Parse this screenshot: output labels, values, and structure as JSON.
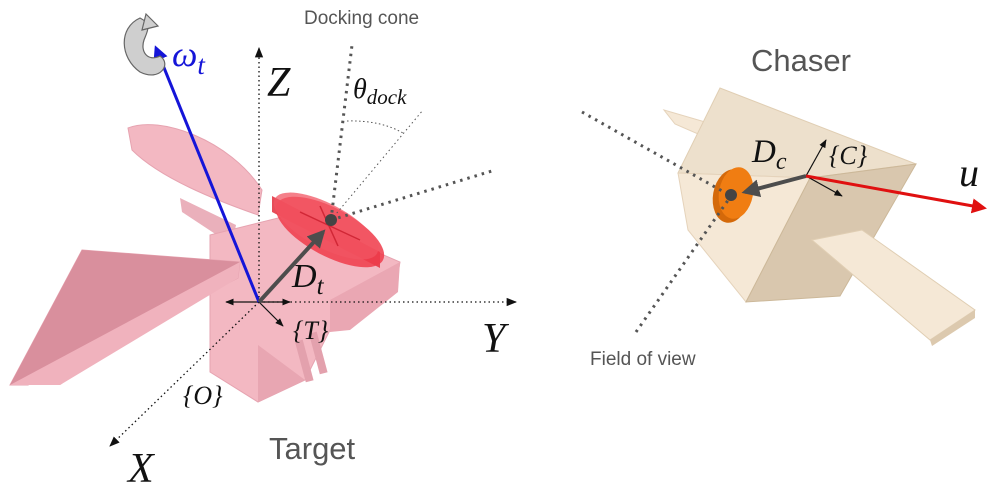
{
  "labels": {
    "docking_cone": "Docking cone",
    "chaser": "Chaser",
    "target": "Target",
    "field_of_view": "Field of view"
  },
  "math": {
    "omega": "ω",
    "omega_sub": "t",
    "theta": "θ",
    "theta_sub": "dock",
    "axis_z": "Z",
    "axis_y": "Y",
    "axis_x": "X",
    "dt": "D",
    "dt_sub": "t",
    "dc": "D",
    "dc_sub": "c",
    "frame_t": "{T}",
    "frame_o": "{O}",
    "frame_c": "{C}",
    "control_u": "u"
  },
  "colors": {
    "target_body": "#f3b8c2",
    "target_shade": "#d98f9d",
    "docking_port": "#ee3b4a",
    "chaser_body": "#f5e8d6",
    "chaser_shade": "#d9c7ae",
    "chaser_port": "#f07d12",
    "omega_arrow": "#1515d8",
    "u_arrow": "#e01010",
    "vector_gray": "#4d4d4d"
  }
}
